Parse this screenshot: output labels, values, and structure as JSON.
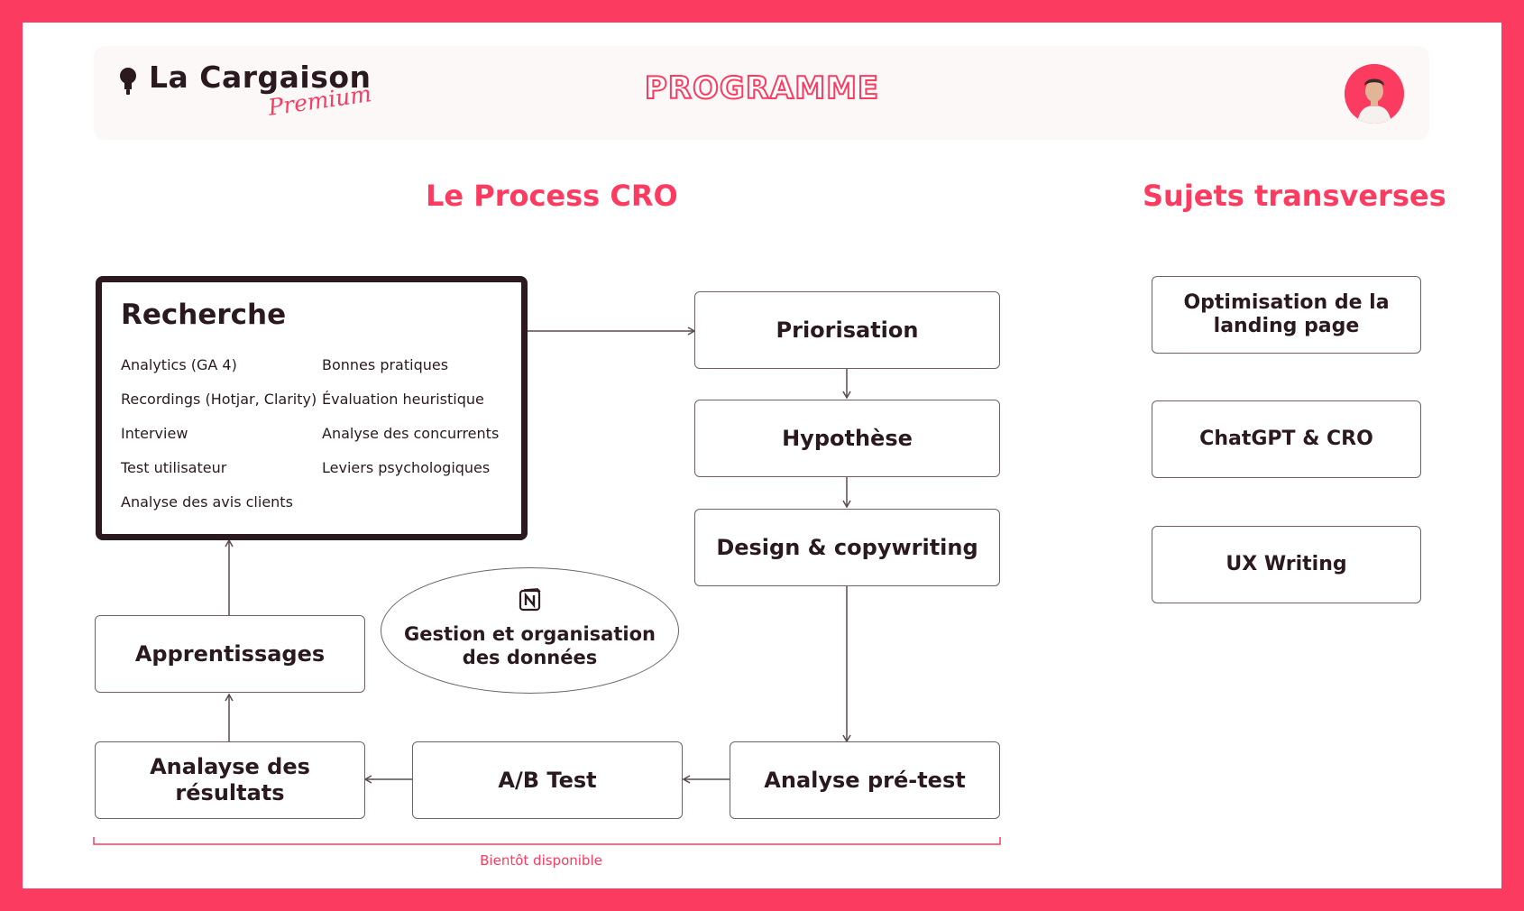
{
  "header": {
    "logo_main": "La Cargaison",
    "logo_sub": "Premium",
    "title": "PROGRAMME"
  },
  "sections": {
    "process_title": "Le Process CRO",
    "transverse_title": "Sujets transverses"
  },
  "research": {
    "title": "Recherche",
    "col1": [
      "Analytics (GA 4)",
      "Recordings (Hotjar, Clarity)",
      "Interview",
      "Test utilisateur",
      "Analyse des avis clients"
    ],
    "col2": [
      "Bonnes pratiques",
      "Évaluation heuristique",
      "Analyse des concurrents",
      "Leviers psychologiques"
    ]
  },
  "steps": {
    "priorisation": "Priorisation",
    "hypothese": "Hypothèse",
    "design": "Design & copywriting",
    "analyse_pre_test": "Analyse pré-test",
    "ab_test": "A/B Test",
    "analyse_resultats": "Analayse des résultats",
    "apprentissages": "Apprentissages"
  },
  "data_management": {
    "line1": "Gestion et organisation",
    "line2": "des données"
  },
  "transverse": [
    "Optimisation de la landing page",
    "ChatGPT & CRO",
    "UX Writing"
  ],
  "coming_soon": "Bientôt disponible",
  "colors": {
    "accent": "#fb3b5f",
    "ink": "#2a1a1f",
    "border": "#6e6064"
  }
}
